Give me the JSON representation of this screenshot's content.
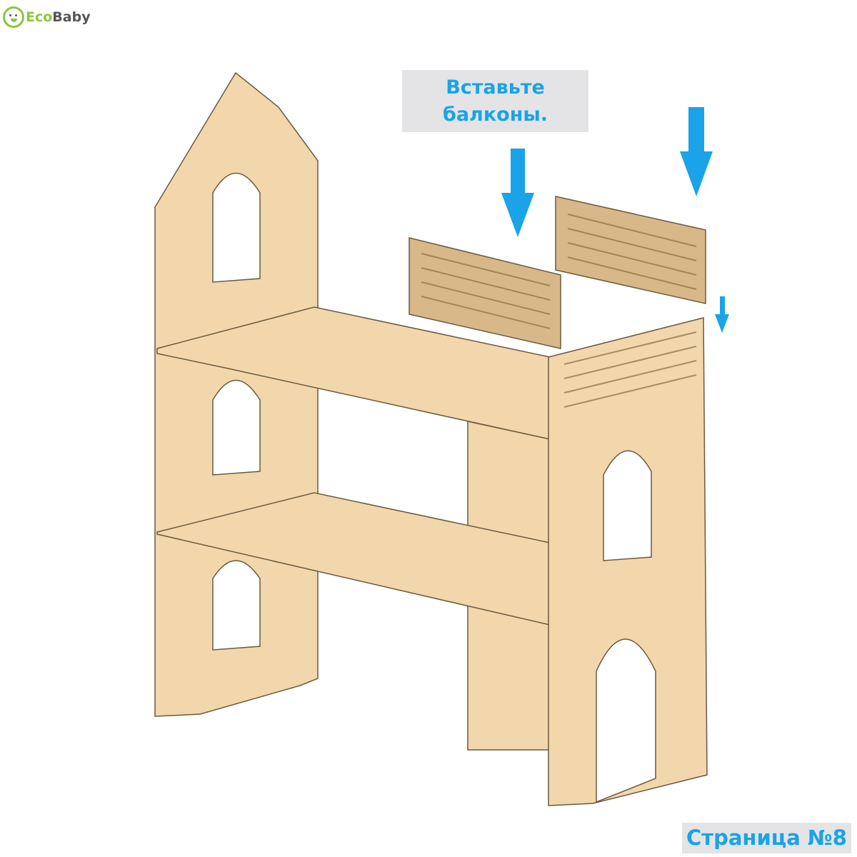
{
  "logo": {
    "eco": "Eco",
    "baby": "Baby"
  },
  "instruction": {
    "line1": "Вставьте",
    "line2": "балконы."
  },
  "page_label": "Страница №8",
  "colors": {
    "accent": "#1aa3e8",
    "wood": "#f1d7ab",
    "balcony": "#d8b888",
    "logo_green": "#8cc63f"
  }
}
